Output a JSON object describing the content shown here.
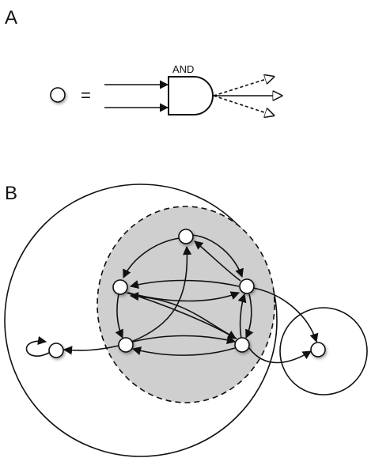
{
  "panel_a": {
    "label": "A",
    "equals": "=",
    "gate_label": "AND"
  },
  "panel_b": {
    "label": "B"
  },
  "colors": {
    "ink": "#111111",
    "shaded_region": "#cfcfcf",
    "node_fill": "#ffffff",
    "background": "#ffffff"
  }
}
